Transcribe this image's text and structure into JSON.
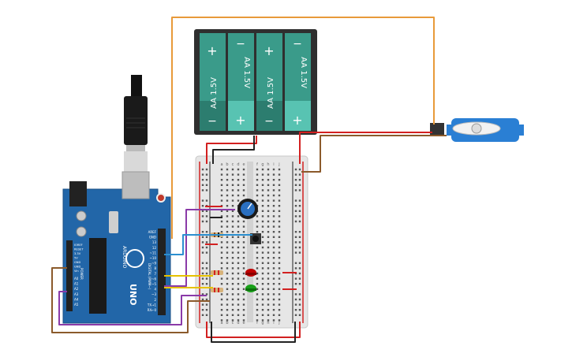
{
  "batteries": [
    {
      "label": "AA 1.5V",
      "terminal": "+",
      "minus": "−"
    },
    {
      "label": "AA 1.5V",
      "terminal": "+",
      "minus": "−"
    },
    {
      "label": "AA 1.5V",
      "terminal": "+",
      "minus": "−"
    },
    {
      "label": "AA 1.5V",
      "terminal": "+",
      "minus": "−"
    }
  ],
  "arduino": {
    "model": "UNO",
    "brand": "ARDUINO",
    "reset_label": "RESET",
    "power_label": "POWER",
    "analog_label": "ANALOG IN",
    "digital_label": "DIGITAL (PWM~)",
    "digital_pins": [
      "AREF",
      "GND",
      "13",
      "12",
      "~11",
      "~10",
      "~9",
      "8",
      "7",
      "~6",
      "~5",
      "4",
      "~3",
      "2",
      "TX→1",
      "RX←0"
    ],
    "power_pins": [
      "IOREF",
      "RESET",
      "3.3V",
      "5V",
      "GND",
      "GND",
      "Vin"
    ],
    "analog_pins": [
      "A0",
      "A1",
      "A2",
      "A3",
      "A4",
      "A5"
    ]
  },
  "breadboard": {
    "columns": [
      "a",
      "b",
      "c",
      "d",
      "e",
      "f",
      "g",
      "h",
      "i",
      "j"
    ],
    "row_count": 30
  },
  "colors": {
    "board": "#2266a8",
    "battery": "#3a9b8a",
    "battery_case": "#2f2f2f",
    "wire_orange": "#e89a3a",
    "wire_brown": "#8b5a2b",
    "wire_purple": "#8a3aa8",
    "wire_yellow": "#e6c200",
    "wire_blue": "#2b8fd0",
    "wire_red": "#d22020",
    "wire_black": "#222222",
    "servo": "#2a7fd4",
    "led_red": "#c00000",
    "led_green": "#18a018"
  }
}
